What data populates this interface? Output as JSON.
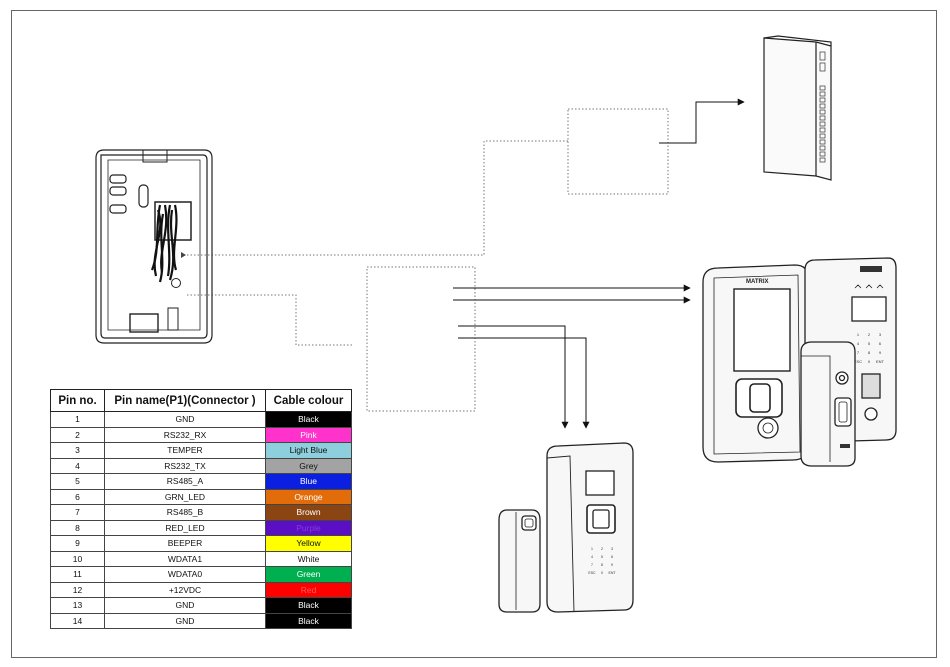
{
  "table": {
    "headers": [
      "Pin no.",
      "Pin name(P1)(Connector )",
      "Cable colour"
    ],
    "rows": [
      {
        "pin": "1",
        "name": "GND",
        "colour": "Black",
        "bg": "#000000",
        "fg": "#ffffff"
      },
      {
        "pin": "2",
        "name": "RS232_RX",
        "colour": "Pink",
        "bg": "#ff33cc",
        "fg": "#ffffff"
      },
      {
        "pin": "3",
        "name": "TEMPER",
        "colour": "Light Blue",
        "bg": "#8ecfdd",
        "fg": "#111111"
      },
      {
        "pin": "4",
        "name": "RS232_TX",
        "colour": "Grey",
        "bg": "#a3a3a3",
        "fg": "#111111"
      },
      {
        "pin": "5",
        "name": "RS485_A",
        "colour": "Blue",
        "bg": "#0b1fe0",
        "fg": "#ffffff"
      },
      {
        "pin": "6",
        "name": "GRN_LED",
        "colour": "Orange",
        "bg": "#e36c0a",
        "fg": "#ffffff"
      },
      {
        "pin": "7",
        "name": "RS485_B",
        "colour": "Brown",
        "bg": "#8b4513",
        "fg": "#ffffff"
      },
      {
        "pin": "8",
        "name": "RED_LED",
        "colour": "Purple",
        "bg": "#5b0fc4",
        "fg": "#8a3ad8"
      },
      {
        "pin": "9",
        "name": "BEEPER",
        "colour": "Yellow",
        "bg": "#ffff00",
        "fg": "#111111"
      },
      {
        "pin": "10",
        "name": "WDATA1",
        "colour": "White",
        "bg": "#ffffff",
        "fg": "#111111"
      },
      {
        "pin": "11",
        "name": "WDATA0",
        "colour": "Green",
        "bg": "#00b050",
        "fg": "#ffffff"
      },
      {
        "pin": "12",
        "name": "+12VDC",
        "colour": "Red",
        "bg": "#ff0000",
        "fg": "#ff5a5a"
      },
      {
        "pin": "13",
        "name": "GND",
        "colour": "Black",
        "bg": "#000000",
        "fg": "#ffffff"
      },
      {
        "pin": "14",
        "name": "GND",
        "colour": "Black",
        "bg": "#000000",
        "fg": "#ffffff"
      }
    ]
  },
  "devices": {
    "reader_brand": "MATRIX",
    "keypad_keys": [
      "1",
      "2",
      "3",
      "4",
      "5",
      "6",
      "7",
      "8",
      "9",
      "ESC",
      "0",
      "ENT"
    ],
    "terminal_keys": [
      "1",
      "2",
      "3",
      "4",
      "5",
      "6",
      "7",
      "8",
      "9",
      "ESC",
      "0",
      "ENT"
    ]
  }
}
